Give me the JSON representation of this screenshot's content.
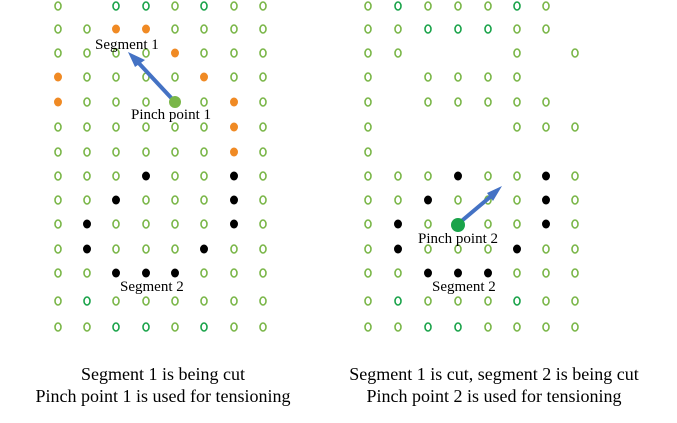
{
  "panels": [
    {
      "id": "left",
      "segment_label": "Segment 1",
      "pinch_label": "Pinch point 1",
      "segment2_label": "Segment 2",
      "caption_line1": "Segment 1 is being cut",
      "caption_line2": "Pinch point 1 is used for tensioning"
    },
    {
      "id": "right",
      "pinch_label": "Pinch point 2",
      "segment2_label": "Segment 2",
      "caption_line1": "Segment 1 is cut, segment 2 is being cut",
      "caption_line2": "Pinch point 2 is used for tensioning"
    }
  ],
  "colors": {
    "hole": "#7ab648",
    "hole_dark": "#1aa34a",
    "segment1_point": "#f08a24",
    "segment2_point": "#000000",
    "pinch_point_1": "#7ab648",
    "pinch_point_2": "#1aa34a",
    "arrow": "#4472c4"
  }
}
